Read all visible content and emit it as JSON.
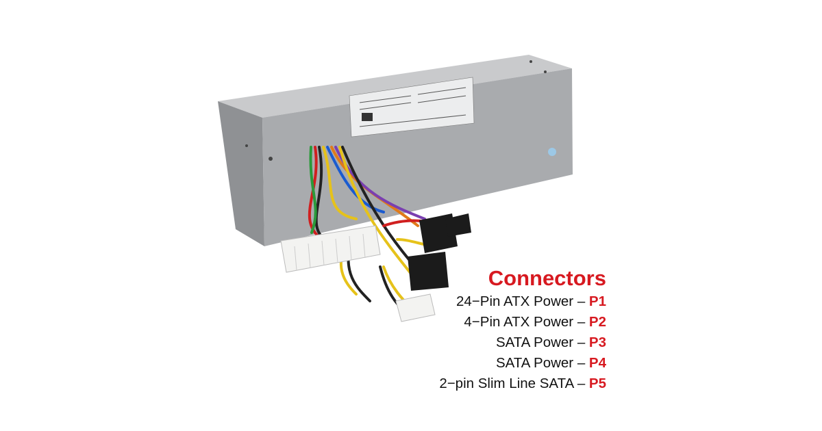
{
  "title": "Connectors",
  "connectors": [
    {
      "name": "24−Pin ATX Power",
      "sep": " – ",
      "code": "P1"
    },
    {
      "name": "4−Pin ATX Power",
      "sep": " – ",
      "code": "P2"
    },
    {
      "name": "SATA Power",
      "sep": " – ",
      "code": "P3"
    },
    {
      "name": "SATA Power",
      "sep": " – ",
      "code": "P4"
    },
    {
      "name": "2−pin Slim Line SATA",
      "sep": " – ",
      "code": "P5"
    }
  ],
  "colors": {
    "accent": "#d71920",
    "text": "#111111",
    "psu_body": "#a9abae"
  }
}
